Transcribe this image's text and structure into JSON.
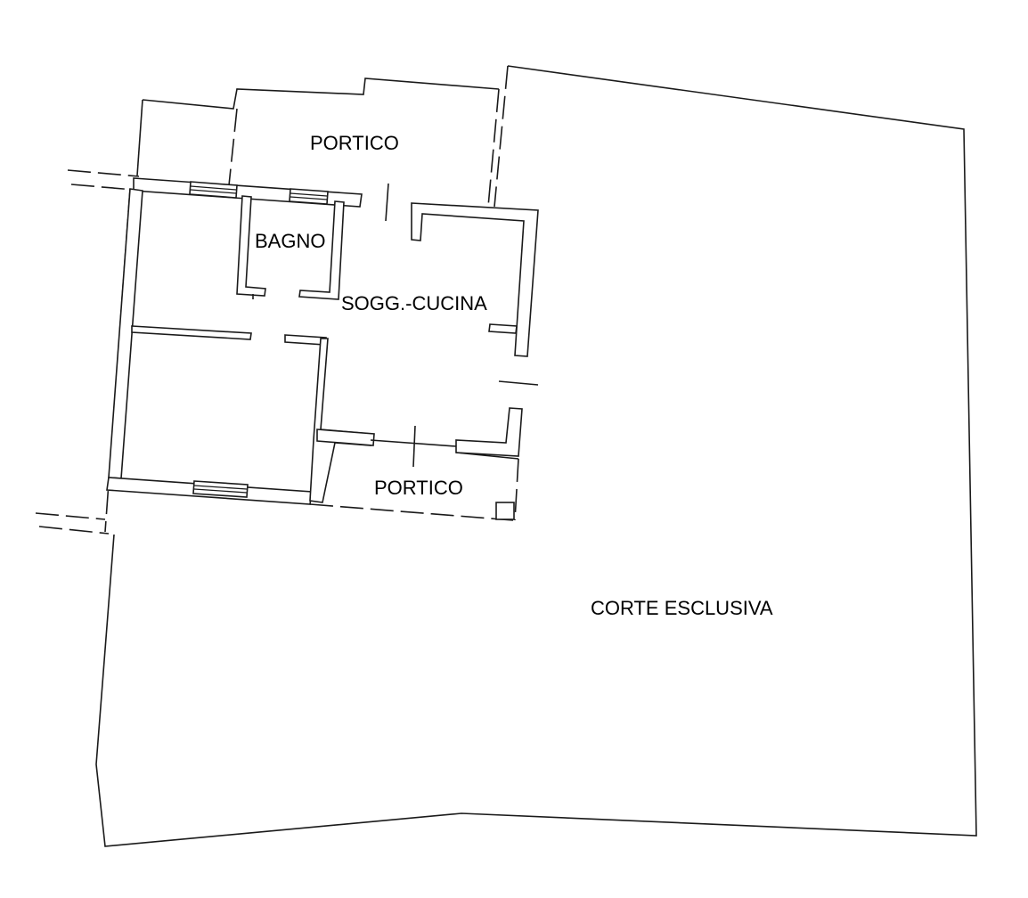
{
  "labels": {
    "portico_top": "PORTICO",
    "bagno": "BAGNO",
    "soggiorno_cucina": "SOGG.-CUCINA",
    "portico_bottom": "PORTICO",
    "corte": "CORTE ESCLUSIVA"
  }
}
